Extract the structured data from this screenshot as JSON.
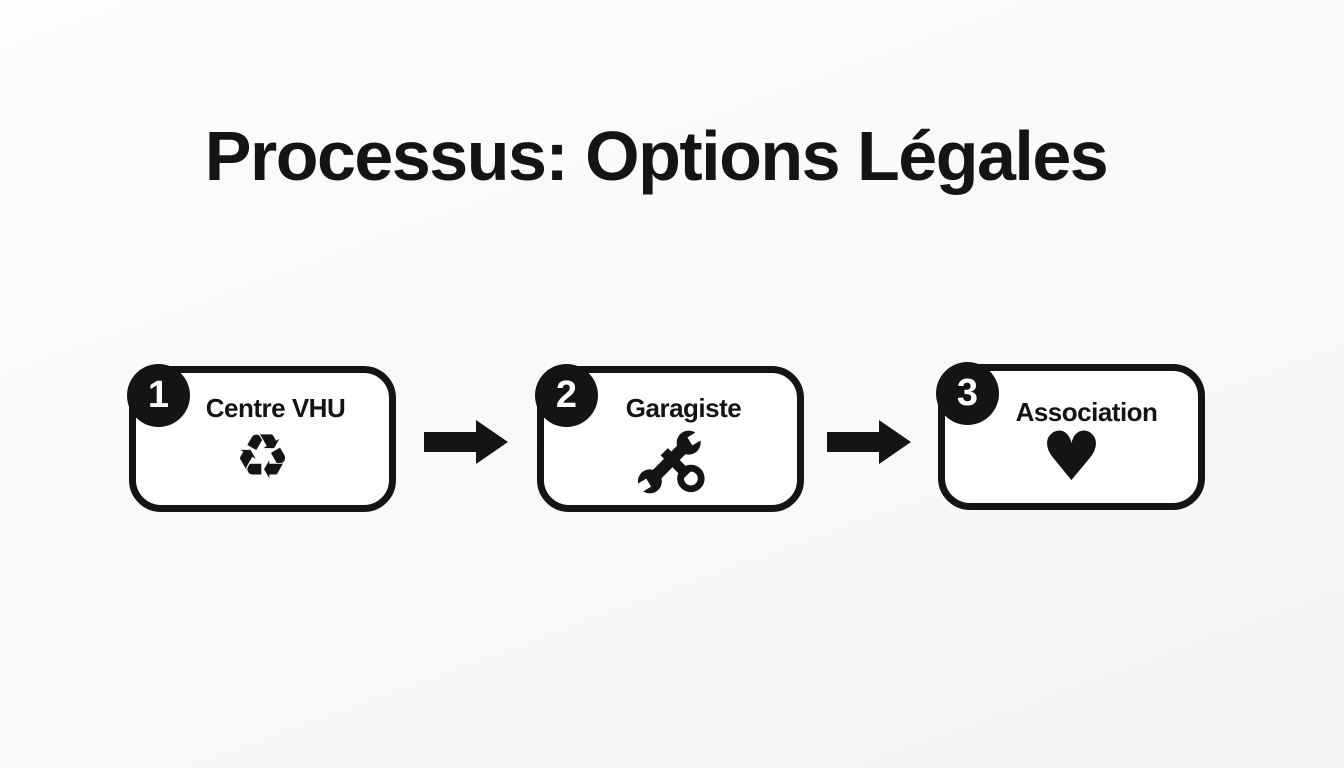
{
  "title": "Processus: Options Légales",
  "steps": [
    {
      "number": "1",
      "label": "Centre VHU",
      "icon": "recycle-icon"
    },
    {
      "number": "2",
      "label": "Garagiste",
      "icon": "crossed-wrenches-icon"
    },
    {
      "number": "3",
      "label": "Association",
      "icon": "heart-icon"
    }
  ],
  "icons": {
    "recycle_glyph": "♻",
    "heart_glyph": "♥"
  },
  "connectors": {
    "type": "right-arrow-icon",
    "count": 2
  },
  "colors": {
    "ink": "#141414",
    "box_fill": "#ffffff",
    "background": "#f8f8f8",
    "badge_text": "#ffffff"
  }
}
